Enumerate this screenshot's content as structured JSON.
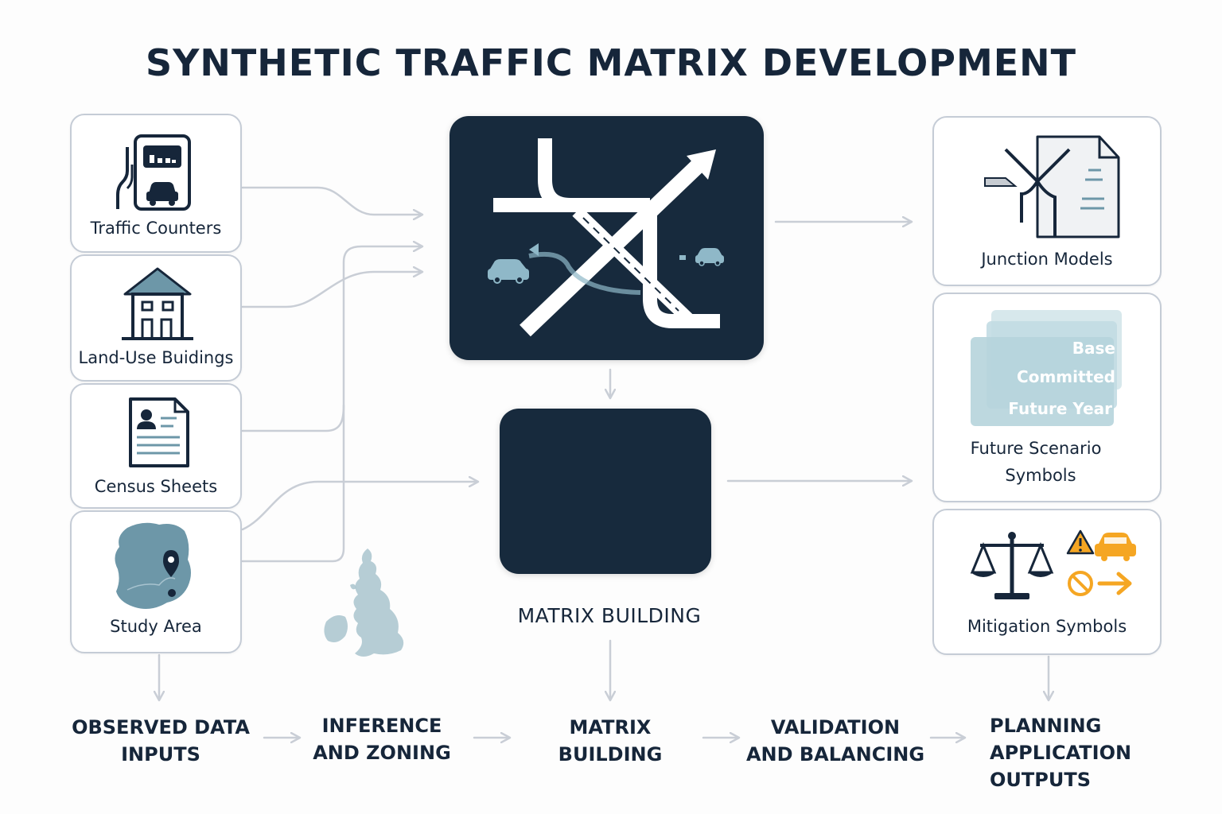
{
  "title": "SYNTHETIC TRAFFIC MATRIX DEVELOPMENT",
  "inputs": [
    {
      "label": "Traffic Counters",
      "icon": "traffic-counter-icon"
    },
    {
      "label": "Land-Use Buidings",
      "icon": "building-icon"
    },
    {
      "label": "Census Sheets",
      "icon": "census-sheet-icon"
    },
    {
      "label": "Study Area",
      "icon": "study-area-map-icon"
    }
  ],
  "outputs": [
    {
      "label": "Junction Models",
      "icon": "junction-model-icon"
    },
    {
      "label_line1": "Future Scenario",
      "label_line2": "Symbols",
      "icon": "scenario-layers-icon",
      "layers": [
        "Base",
        "Committed",
        "Future Year"
      ]
    },
    {
      "label": "Mitigation Symbols",
      "icon": "mitigation-icons"
    }
  ],
  "center": {
    "matrix_label": "MATRIX BUILDING",
    "network_icon": "road-junction-icon",
    "grid_icon": "matrix-grid-icon"
  },
  "stages": [
    {
      "line1": "OBSERVED DATA",
      "line2": "INPUTS"
    },
    {
      "line1": "INFERENCE",
      "line2": "AND ZONING"
    },
    {
      "line1": "MATRIX",
      "line2": "BUILDING"
    },
    {
      "line1": "VALIDATION",
      "line2": "AND BALANCING"
    },
    {
      "line1": "PLANNING",
      "line2": "APPLICATION",
      "line3": "OUTPUTS"
    }
  ],
  "colors": {
    "dark_navy": "#172a3d",
    "text": "#16263a",
    "border": "#c5ccd6",
    "connector": "#c9ced6",
    "accent_teal": "#6d97a8",
    "accent_orange": "#f5a623"
  }
}
